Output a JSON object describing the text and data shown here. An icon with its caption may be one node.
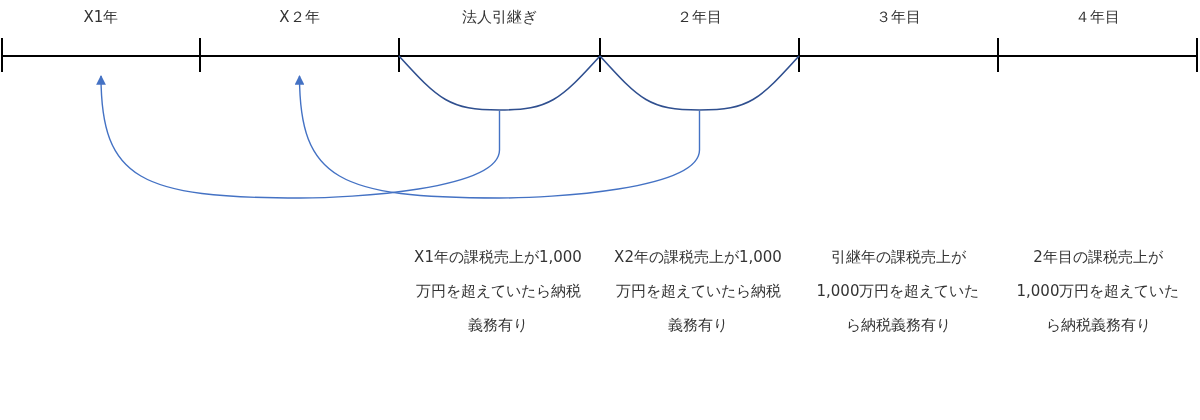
{
  "diagram": {
    "nodes": [
      {
        "text": [
          "X1年"
        ]
      },
      {
        "text": [
          "X２年"
        ]
      },
      {
        "text": [
          "法人引継ぎ"
        ]
      },
      {
        "text": [
          "２年目"
        ]
      },
      {
        "text": [
          "３年目"
        ]
      },
      {
        "text": [
          "４年目"
        ]
      },
      {
        "text": [],
        "shape": "brace"
      },
      {
        "text": [],
        "shape": "brace"
      }
    ],
    "edges": [
      {
        "from": 6,
        "to": 0,
        "arrow": "to"
      },
      {
        "from": 7,
        "to": 1,
        "arrow": "to"
      }
    ],
    "labels": [
      "X1年の課税売上が1,000万円を超えていたら納税義務有り",
      "X2年の課税売上が1,000万円を超えていたら納税義務有り",
      "引継年の課税売上が1,000万円を超えていたら納税義務有り",
      "2年目の課税売上が1,000万円を超えていたら納税義務有り"
    ]
  }
}
